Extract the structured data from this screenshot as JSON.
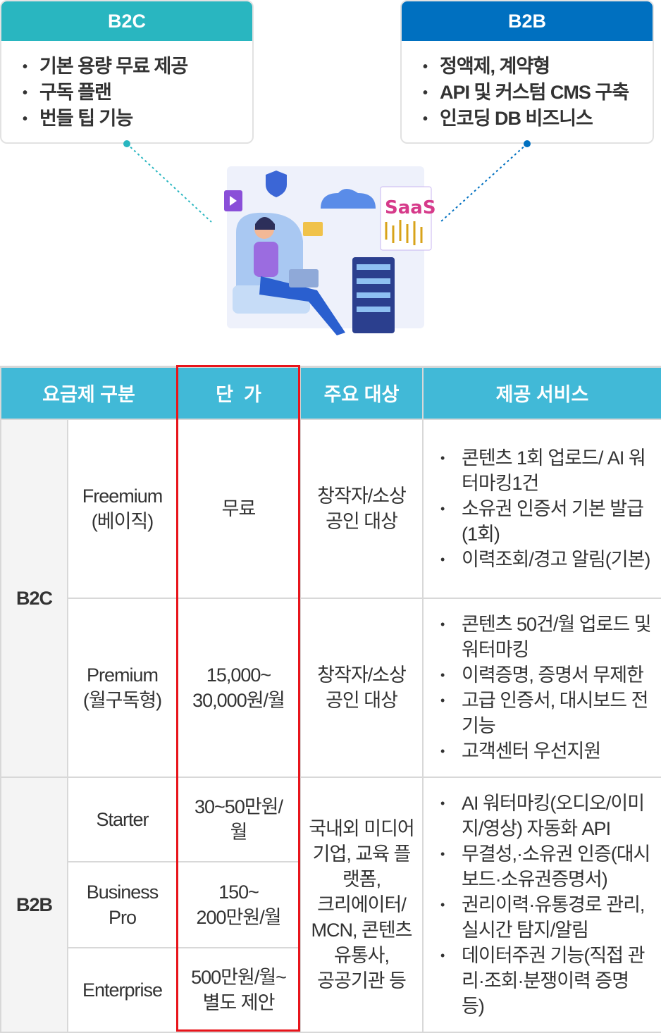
{
  "cards": {
    "b2c": {
      "title": "B2C",
      "items": [
        "기본 용량 무료 제공",
        "구독 플랜",
        "번들 팁 기능"
      ]
    },
    "b2b": {
      "title": "B2B",
      "items": [
        "정액제, 계약형",
        "API 및 커스텀 CMS 구축",
        "인코딩 DB 비즈니스"
      ]
    }
  },
  "illustration": {
    "badge": "SaaS"
  },
  "table": {
    "headers": [
      "요금제 구분",
      "단  가",
      "주요 대상",
      "제공 서비스"
    ],
    "groups": [
      "B2C",
      "B2B"
    ],
    "rows": [
      {
        "plan": "Freemium\n(베이직)",
        "price": "무료",
        "target": "창작자/소상\n공인 대상",
        "services": [
          "콘텐츠 1회 업로드/ AI 워터마킹1건",
          "소유권 인증서 기본 발급(1회)",
          "이력조회/경고 알림(기본)"
        ]
      },
      {
        "plan": "Premium\n(월구독형)",
        "price": "15,000~\n30,000원/월",
        "target": "창작자/소상\n공인 대상",
        "services": [
          "콘텐츠 50건/월 업로드 및 워터마킹",
          "이력증명, 증명서 무제한",
          "고급 인증서, 대시보드 전 기능",
          "고객센터 우선지원"
        ]
      },
      {
        "plan": "Starter",
        "price": "30~50만원/\n월"
      },
      {
        "plan": "Business\nPro",
        "price": "150~\n200만원/월"
      },
      {
        "plan": "Enterprise",
        "price": "500만원/월~\n별도 제안"
      }
    ],
    "b2b_target": "국내외 미디어\n기업, 교육 플\n랫폼,\n크리에이터/\nMCN, 콘텐츠\n유통사,\n공공기관 등",
    "b2b_services": [
      "AI 워터마킹(오디오/이미지/영상) 자동화 API",
      "무결성,·소유권 인증(대시보드·소유권증명서)",
      "권리이력·유통경로 관리, 실시간 탐지/알림",
      "데이터주권 기능(직접 관리·조회·분쟁이력 증명 등)"
    ]
  },
  "colors": {
    "b2c": "#29b6c0",
    "b2b": "#0070c0",
    "header": "#41b9d7",
    "highlight": "#e8141b"
  }
}
